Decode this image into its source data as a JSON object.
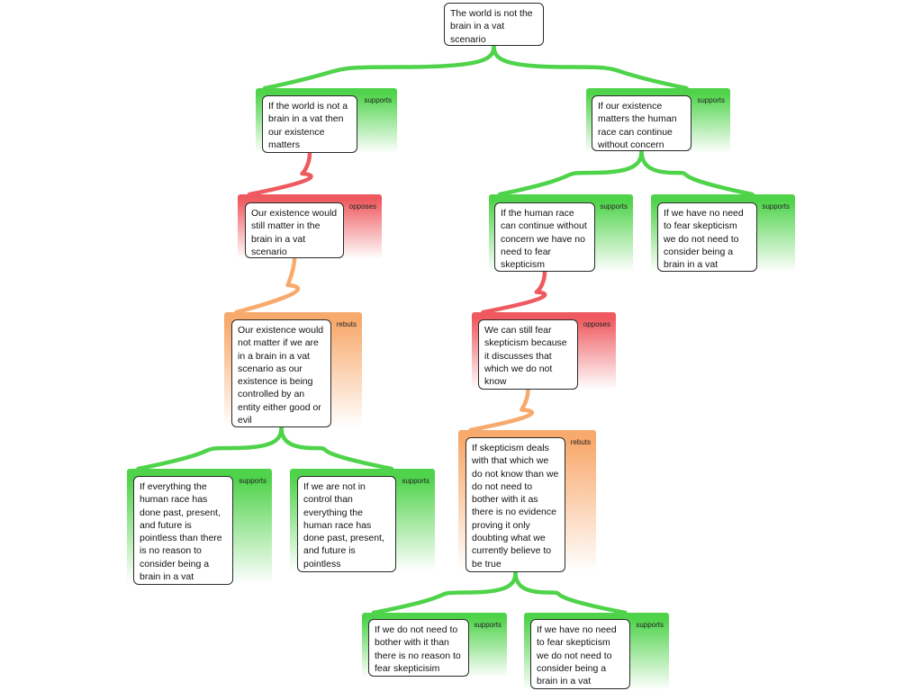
{
  "colors": {
    "supports": "#4fd34a",
    "opposes": "#ee5a5f",
    "rebuts": "#f8a96c",
    "node_border": "#2a2a2a",
    "node_fill": "#ffffff"
  },
  "relation_labels": {
    "supports": "supports",
    "opposes": "opposes",
    "rebuts": "rebuts"
  },
  "nodes": [
    {
      "id": "root",
      "text": "The world is not the brain in a vat scenario",
      "relation": null
    },
    {
      "id": "n1",
      "text": "If the world is not a brain in a vat then our existence matters",
      "relation": "supports"
    },
    {
      "id": "n2",
      "text": "If our existence matters the human race can continue without concern",
      "relation": "supports"
    },
    {
      "id": "n3",
      "text": "Our existence would still matter in the brain in a vat scenario",
      "relation": "opposes"
    },
    {
      "id": "n4",
      "text": "If the human race can continue without concern we have no need to fear skepticism",
      "relation": "supports"
    },
    {
      "id": "n5",
      "text": "If we have no need to fear skepticism we do not need to consider being a brain in a vat",
      "relation": "supports"
    },
    {
      "id": "n6",
      "text": "Our existence would not matter if we are in a brain in a vat scenario as our existence is being controlled by an entity either good or evil",
      "relation": "rebuts"
    },
    {
      "id": "n7",
      "text": "We can still fear skepticism because it discusses that which we do not know",
      "relation": "opposes"
    },
    {
      "id": "n8",
      "text": "If everything the human race has done past, present, and future is pointless than there is no reason to consider being a brain in a vat",
      "relation": "supports"
    },
    {
      "id": "n9",
      "text": "If we are not in control than everything the human race has done past, present, and future is pointless",
      "relation": "supports"
    },
    {
      "id": "n10",
      "text": "If skepticism deals with that which we do not know than we do not need to bother with it as there is no evidence proving it only doubting what we currently believe to be true",
      "relation": "rebuts"
    },
    {
      "id": "n11",
      "text": "If we do not need to bother with it than there is no reason to fear skepticisim",
      "relation": "supports"
    },
    {
      "id": "n12",
      "text": "If we have no need to fear skepticism we do not need to consider being a brain in a vat",
      "relation": "supports"
    }
  ],
  "edges": [
    {
      "from": "n1",
      "to": "root"
    },
    {
      "from": "n2",
      "to": "root"
    },
    {
      "from": "n3",
      "to": "n1"
    },
    {
      "from": "n4",
      "to": "n2"
    },
    {
      "from": "n5",
      "to": "n2"
    },
    {
      "from": "n6",
      "to": "n3"
    },
    {
      "from": "n7",
      "to": "n4"
    },
    {
      "from": "n8",
      "to": "n6"
    },
    {
      "from": "n9",
      "to": "n6"
    },
    {
      "from": "n10",
      "to": "n7"
    },
    {
      "from": "n11",
      "to": "n10"
    },
    {
      "from": "n12",
      "to": "n10"
    }
  ]
}
